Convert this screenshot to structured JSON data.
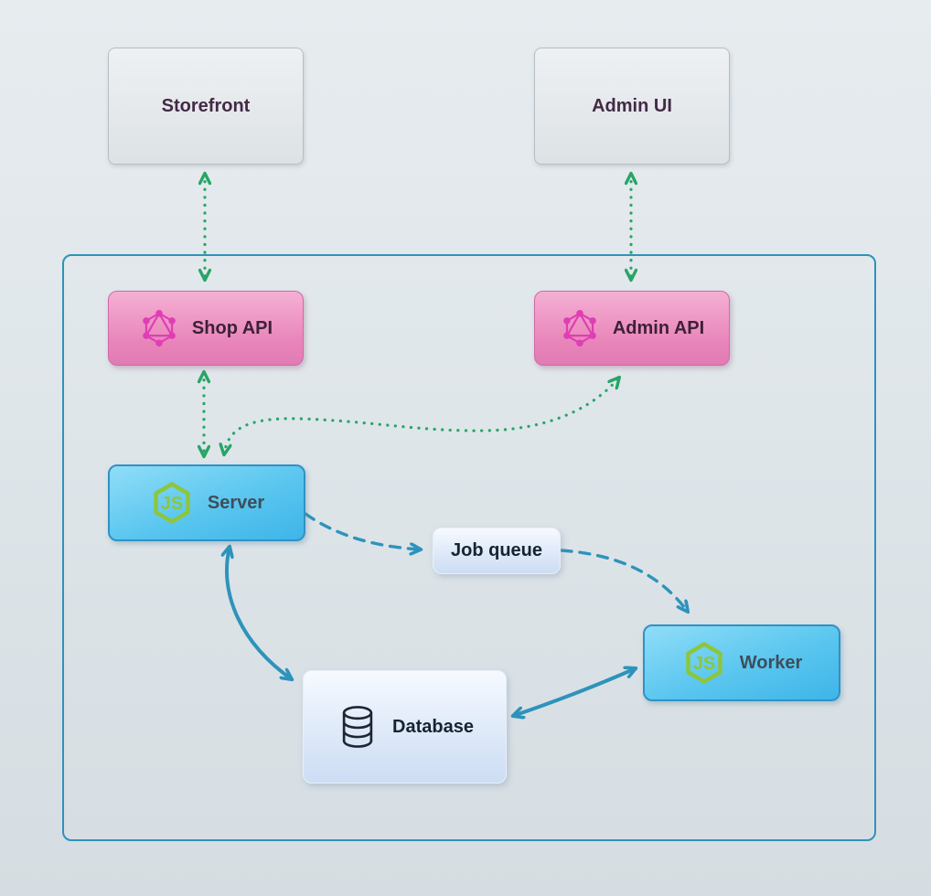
{
  "diagram": {
    "nodes": {
      "storefront": {
        "label": "Storefront"
      },
      "admin_ui": {
        "label": "Admin UI"
      },
      "shop_api": {
        "label": "Shop API",
        "icon": "graphql-icon"
      },
      "admin_api": {
        "label": "Admin API",
        "icon": "graphql-icon"
      },
      "server": {
        "label": "Server",
        "icon": "nodejs-icon"
      },
      "job_queue": {
        "label": "Job queue"
      },
      "worker": {
        "label": "Worker",
        "icon": "nodejs-icon"
      },
      "database": {
        "label": "Database",
        "icon": "database-icon"
      }
    },
    "edges": [
      {
        "from": "storefront",
        "to": "shop_api",
        "style": "dotted",
        "color": "#27a567",
        "direction": "both"
      },
      {
        "from": "admin_ui",
        "to": "admin_api",
        "style": "dotted",
        "color": "#27a567",
        "direction": "both"
      },
      {
        "from": "shop_api",
        "to": "server",
        "style": "dotted",
        "color": "#27a567",
        "direction": "both"
      },
      {
        "from": "server",
        "to": "admin_api",
        "style": "dotted",
        "color": "#27a567",
        "direction": "both"
      },
      {
        "from": "server",
        "to": "job_queue",
        "style": "dashed",
        "color": "#2e93bb",
        "direction": "forward"
      },
      {
        "from": "job_queue",
        "to": "worker",
        "style": "dashed",
        "color": "#2e93bb",
        "direction": "forward"
      },
      {
        "from": "server",
        "to": "database",
        "style": "solid",
        "color": "#2e93bb",
        "direction": "both"
      },
      {
        "from": "database",
        "to": "worker",
        "style": "solid",
        "color": "#2e93bb",
        "direction": "both"
      }
    ],
    "colors": {
      "arrow_green": "#27a567",
      "arrow_blue": "#2e93bb",
      "container_border": "#2e93bb",
      "graphql_pink": "#df3eb4",
      "nodejs_green": "#8cc63e",
      "frontend_text": "#432a45",
      "api_text": "#3d2138",
      "nodejs_text": "#3d4e5a",
      "light_text": "#17242f"
    }
  }
}
